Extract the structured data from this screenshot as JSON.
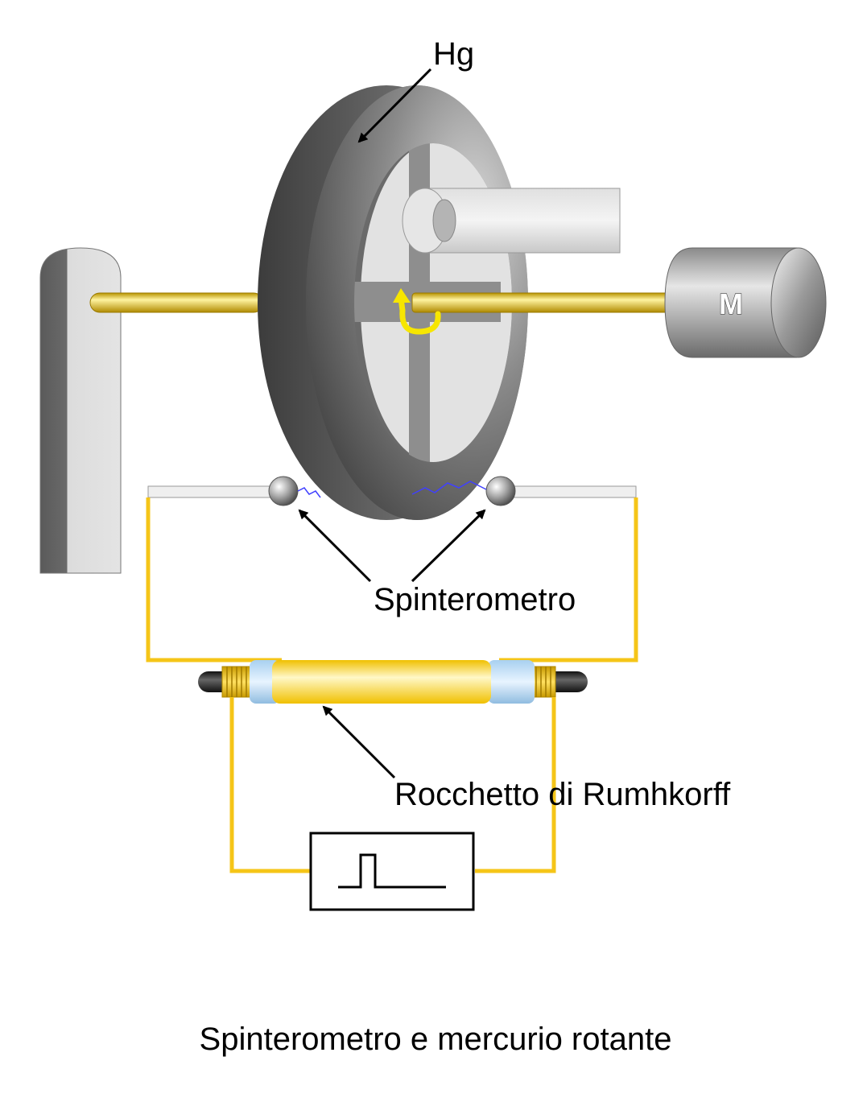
{
  "labels": {
    "mercury": "Hg",
    "motor": "M",
    "spark_gap": "Spinterometro",
    "coil": "Rocchetto di Rumhkorff"
  },
  "caption": "Spinterometro e mercurio rotante",
  "colors": {
    "wire": "#f5c518",
    "shaft": "#e8c020",
    "arrow_rotation": "#f7e600",
    "spark": "#4040ff"
  },
  "icons": [
    "rotation-arrow-icon",
    "pulse-generator-icon"
  ]
}
